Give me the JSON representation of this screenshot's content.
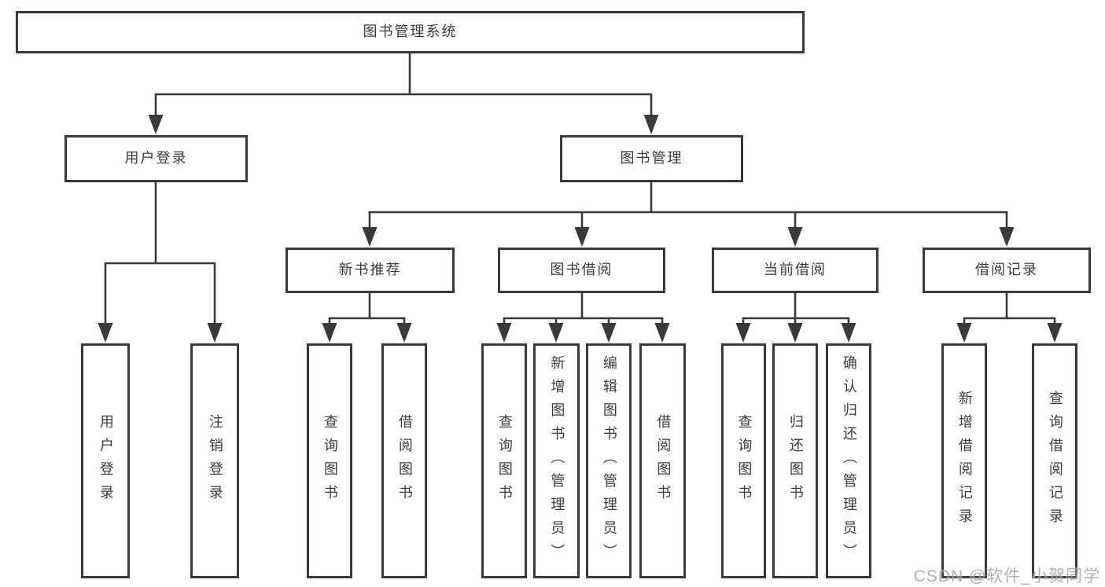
{
  "diagram": {
    "nodes": {
      "root": {
        "label": "图书管理系统"
      },
      "user_login": {
        "label": "用户登录"
      },
      "book_mgmt": {
        "label": "图书管理"
      },
      "new_book_rec": {
        "label": "新书推荐"
      },
      "book_borrow": {
        "label": "图书借阅"
      },
      "current_borrow": {
        "label": "当前借阅"
      },
      "borrow_record": {
        "label": "借阅记录"
      },
      "leaf_user_login": {
        "label": "用户登录"
      },
      "leaf_logout": {
        "label": "注销登录"
      },
      "leaf_query_book_rec": {
        "label": "查询图书"
      },
      "leaf_borrow_book_rec": {
        "label": "借阅图书"
      },
      "leaf_query_book_borrow": {
        "label": "查询图书"
      },
      "leaf_add_book_admin": {
        "label": "新增图书（管理员）"
      },
      "leaf_edit_book_admin": {
        "label": "编辑图书（管理员）"
      },
      "leaf_borrow_book_borrow": {
        "label": "借阅图书"
      },
      "leaf_query_book_current": {
        "label": "查询图书"
      },
      "leaf_return_book": {
        "label": "归还图书"
      },
      "leaf_confirm_return_admin": {
        "label": "确认归还（管理员）"
      },
      "leaf_add_borrow_record": {
        "label": "新增借阅记录"
      },
      "leaf_query_borrow_record": {
        "label": "查询借阅记录"
      }
    },
    "colors": {
      "line": "#3a3a3a",
      "box_border": "#3a3a3a",
      "text": "#3d3d3d",
      "background": "#ffffff",
      "watermark": "#9e9e9e"
    }
  },
  "watermark": {
    "text": "CSDN @软件_小贺同学"
  }
}
